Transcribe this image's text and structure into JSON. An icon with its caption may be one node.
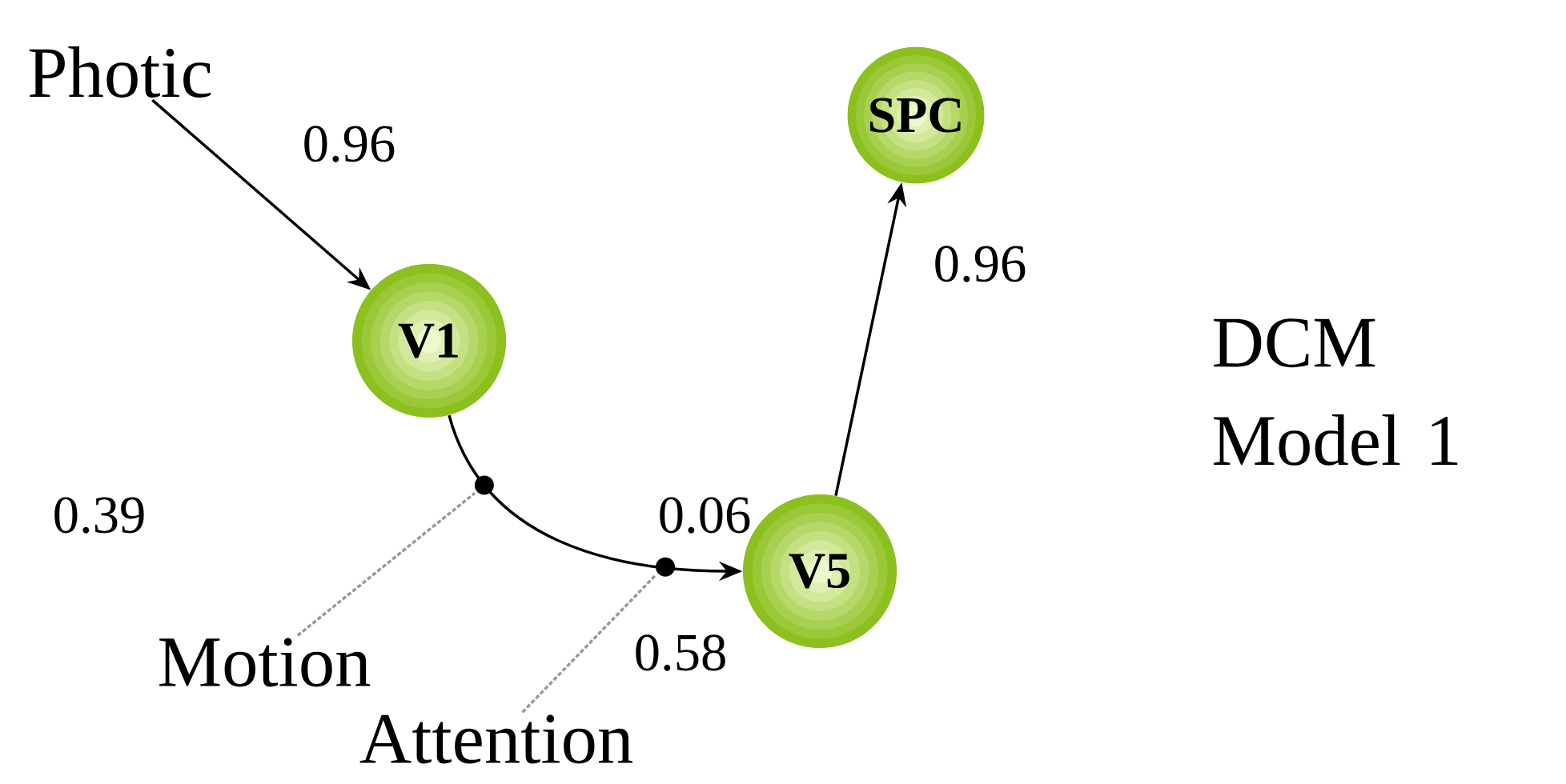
{
  "diagram": {
    "nodes": [
      {
        "text": [
          "Photic"
        ]
      },
      {
        "text": [
          "V1"
        ]
      },
      {
        "text": [
          "V5"
        ]
      },
      {
        "text": [
          "SPC"
        ]
      },
      {
        "text": [
          "Motion"
        ]
      },
      {
        "text": [
          "Attention"
        ]
      }
    ],
    "edges": [
      {
        "from": 0,
        "to": 1,
        "arrow": "to",
        "label": "0.96"
      },
      {
        "from": 1,
        "to": 2,
        "arrow": "to",
        "label": "0.06"
      },
      {
        "from": 2,
        "to": 3,
        "arrow": "to",
        "label": "0.96"
      },
      {
        "from": 4,
        "to": null,
        "arrow": "none",
        "label": "0.39",
        "style": "dashed",
        "color": "#999999"
      },
      {
        "from": 5,
        "to": null,
        "arrow": "none",
        "label": "0.58",
        "style": "dashed",
        "color": "#999999"
      }
    ],
    "labels": [
      "DCM Model 1"
    ]
  }
}
